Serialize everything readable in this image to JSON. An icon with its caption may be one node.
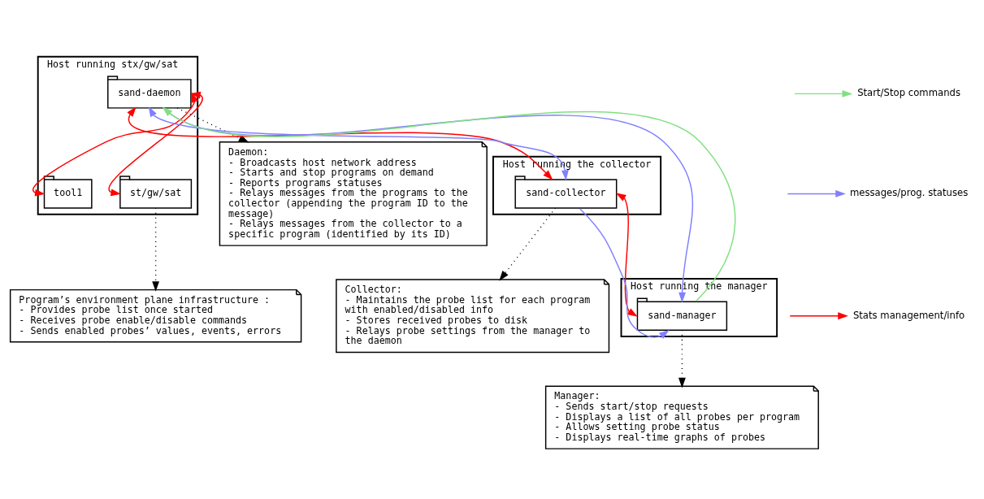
{
  "diagram": {
    "nodes": [
      {
        "text": [
          "Daemon:",
          "- Broadcasts host network address",
          "- Starts and stop programs on demand",
          "- Reports programs statuses",
          "- Relays messages from the programs to the collector (appending the program ID to the message)",
          "- Relays messages from the collector to a specific program (identified by its ID)"
        ]
      },
      {
        "text": [
          "Program’s environment plane infrastructure :",
          "- Provides probe list once started",
          "- Receives probe enable/disable commands",
          "- Sends enabled probes’ values, events, errors"
        ]
      },
      {
        "text": [
          "Host running stx/gw/sat"
        ]
      },
      {
        "text": [
          "st/gw/sat"
        ],
        "in": 2
      },
      {
        "text": [
          "sand-daemon"
        ],
        "in": 2
      },
      {
        "text": [
          "tool1"
        ],
        "in": 2
      },
      {
        "text": [
          "Collector:",
          "- Maintains the probe list for each program with enabled/disabled info",
          "- Stores received probes to disk",
          "- Relays probe settings from the manager to the daemon"
        ]
      },
      {
        "text": [
          "Manager:",
          "- Sends start/stop requests",
          "- Displays a list of all probes per program",
          "- Allows setting probe status",
          "- Displays real-time graphs of probes"
        ]
      },
      {
        "text": [
          "Host running the collector"
        ]
      },
      {
        "text": [
          "sand-collector"
        ],
        "in": 8
      },
      {
        "text": [
          "Host running the manager"
        ]
      },
      {
        "text": [
          "sand-manager"
        ],
        "in": 10
      }
    ],
    "edges": [
      {
        "from": 4,
        "to": 0,
        "arrow": "to",
        "style": "dashed"
      },
      {
        "from": 3,
        "to": 1,
        "arrow": "to",
        "style": "dashed"
      },
      {
        "from": 4,
        "to": 3,
        "arrow": "both",
        "color": "#ff0000"
      },
      {
        "from": 4,
        "to": 5,
        "arrow": "both",
        "color": "#ff0000"
      },
      {
        "from": 4,
        "to": 9,
        "arrow": "both",
        "color": "#ff0000"
      },
      {
        "from": 4,
        "to": 9,
        "arrow": "both",
        "color": "#8080ff"
      },
      {
        "from": 4,
        "to": 11,
        "arrow": "to",
        "color": "#8080ff"
      },
      {
        "from": 11,
        "to": 4,
        "arrow": "to",
        "color": "#80e080"
      },
      {
        "from": 9,
        "to": 11,
        "arrow": "both",
        "color": "#ff0000"
      },
      {
        "from": 9,
        "to": 11,
        "arrow": "to",
        "color": "#8080ff"
      },
      {
        "from": 9,
        "to": 6,
        "arrow": "to",
        "style": "dashed"
      },
      {
        "from": 11,
        "to": 7,
        "arrow": "to",
        "style": "dashed"
      }
    ],
    "legend": [
      {
        "text": "Start/Stop commands",
        "color": "#80e080"
      },
      {
        "text": "messages/prog. statuses",
        "color": "#8080ff"
      },
      {
        "text": "Stats management/info",
        "color": "#ff0000"
      }
    ]
  }
}
